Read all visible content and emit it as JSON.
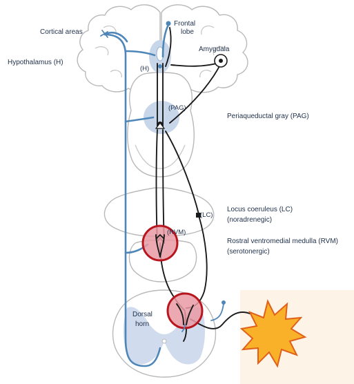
{
  "labels": {
    "cortical_areas": "Cortical areas",
    "frontal_lobe_line1": "Frontal",
    "frontal_lobe_line2": "lobe",
    "amygdala": "Amygdala",
    "hypothalamus": "Hypothalamus (H)",
    "h_short": "(H)",
    "pag_short": "(PAG)",
    "periaqueductal_gray": "Periaqueductal gray (PAG)",
    "lc_short": "(LC)",
    "locus_coeruleus_line1": "Locus coeruleus (LC)",
    "locus_coeruleus_line2": "(noradrenegic)",
    "rvm_short": "(RVM)",
    "rvm_line1": "Rostral ventromedial medulla (RVM)",
    "rvm_line2": "(serotonergic)",
    "dorsal_horn_line1": "Dorsal",
    "dorsal_horn_line2": "horn"
  },
  "colors": {
    "descending_pathway": "#4f86b8",
    "ascending_pathway": "#1a1a1a",
    "nucleus_fill": "#c8d6ea",
    "highlight_circle_fill": "#e99aa3",
    "highlight_circle_stroke": "#b8161f",
    "pain_stimulus_fill": "#f8b128",
    "pain_stimulus_stroke": "#e0601b",
    "stimulus_panel": "#fdf3e6"
  },
  "icons": {
    "pain_stimulus": "starburst-icon"
  }
}
